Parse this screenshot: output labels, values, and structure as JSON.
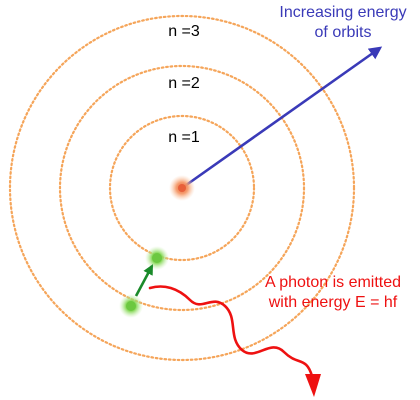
{
  "diagram": {
    "orbit_labels": [
      "n =1",
      "n =2",
      "n =3"
    ],
    "energy_arrow_label": {
      "line1": "Increasing energy",
      "line2": "of orbits"
    },
    "photon_label": {
      "line1": "A photon is emitted",
      "line2": "with energy E = hf"
    },
    "colors": {
      "orbit": "#f5a55a",
      "nucleus": "#f08050",
      "electron": "#7fd44a",
      "energy_arrow": "#3a3ab8",
      "transition_arrow": "#1a8a2a",
      "photon": "#ee1111"
    }
  }
}
